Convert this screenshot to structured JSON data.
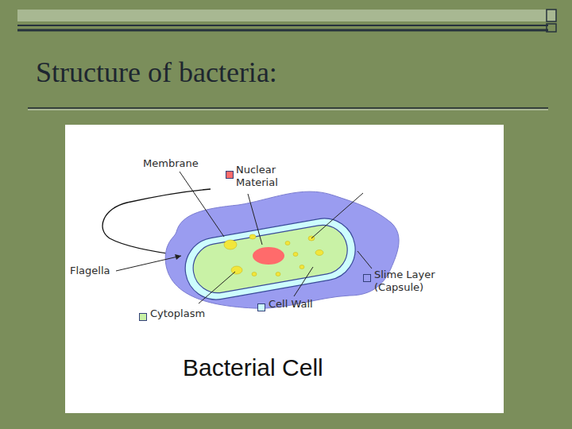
{
  "diagram": {
    "title": "Structure of bacteria:",
    "caption": "Bacterial Cell",
    "labels": [
      "Membrane",
      "Flagella"
    ],
    "legend": [
      {
        "text": "Nuclear Material",
        "color": "#ff6b6b"
      },
      {
        "text": "Slime Layer (Capsule)",
        "color": "#9a9cf0"
      },
      {
        "text": "Cytoplasm",
        "color": "#c9f2a6"
      },
      {
        "text": "Cell Wall",
        "color": "#cdfdfd"
      }
    ]
  }
}
